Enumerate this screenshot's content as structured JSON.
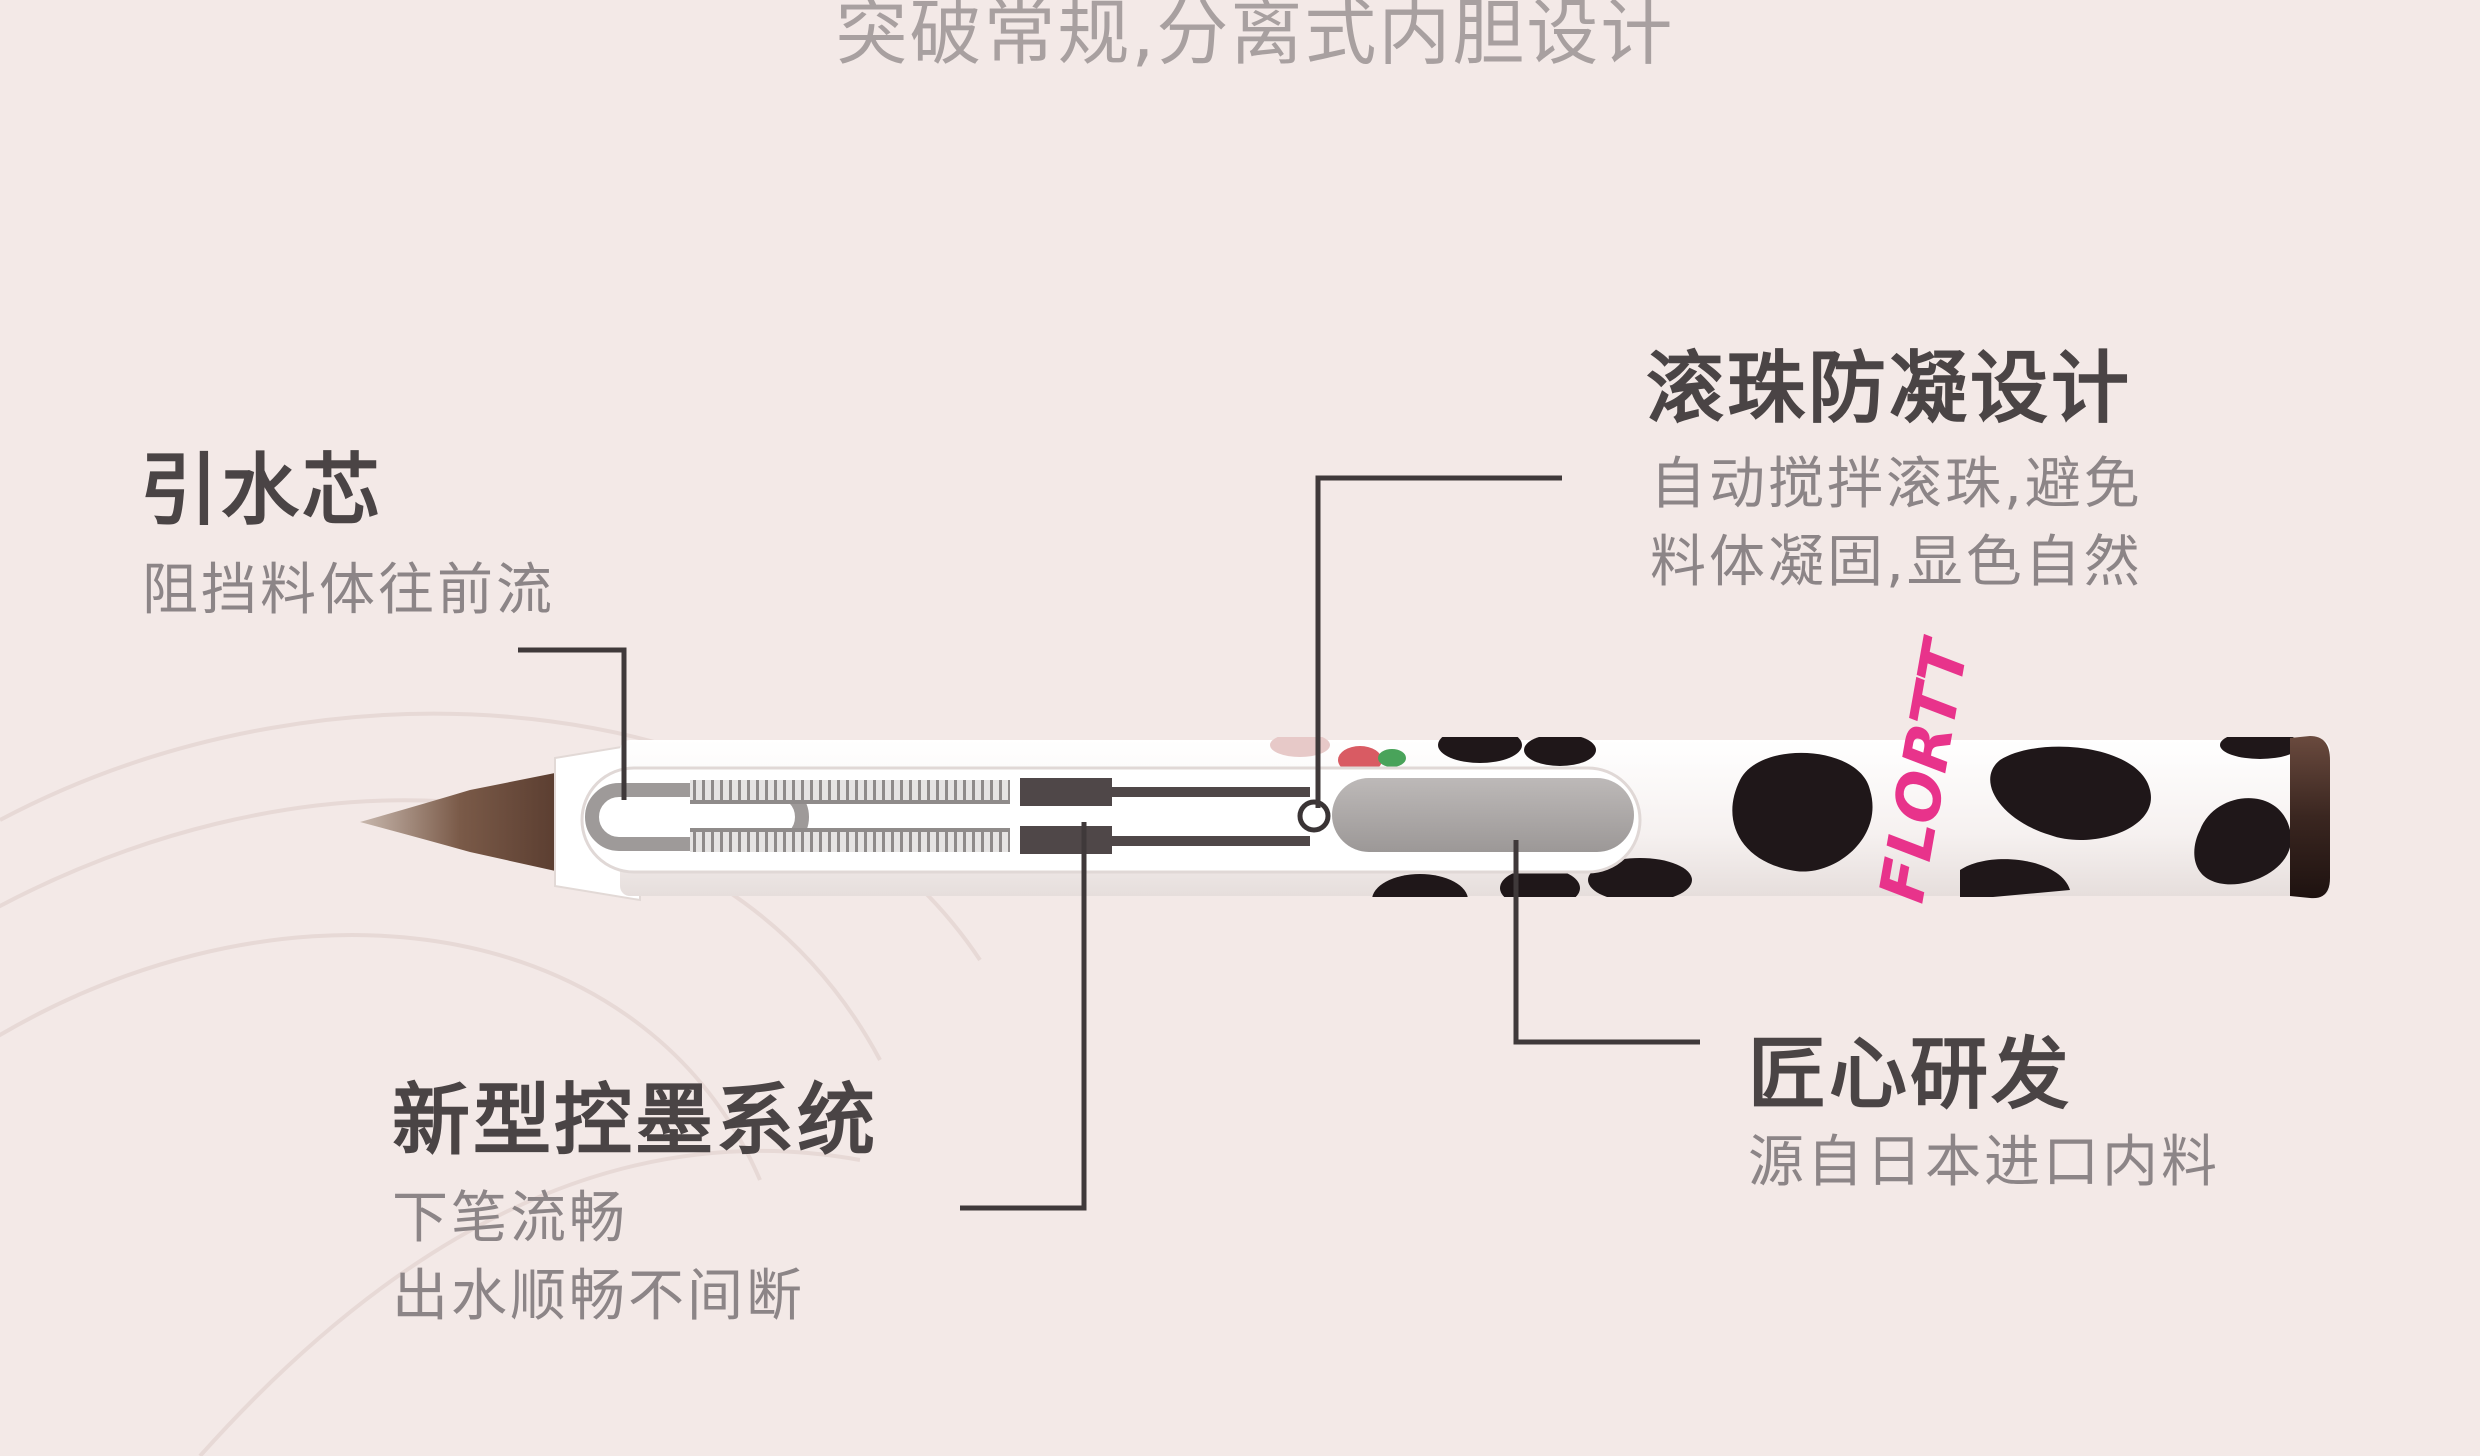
{
  "page": {
    "title": "突破常规,分离式内胆设计",
    "background": "#f3e9e7",
    "accent": "#e8338b"
  },
  "callouts": {
    "wick": {
      "title": "引水芯",
      "desc": [
        "阻挡料体往前流"
      ]
    },
    "roller": {
      "title": "滚珠防凝设计",
      "desc": [
        "自动搅拌滚珠,避免",
        "料体凝固,显色自然"
      ]
    },
    "ink_system": {
      "title": "新型控墨系统",
      "desc": [
        "下笔流畅",
        "出水顺畅不间断"
      ]
    },
    "origin": {
      "title": "匠心研发",
      "desc": [
        "源自日本进口内料"
      ]
    }
  },
  "pen": {
    "brand_text": "FLORTT",
    "pattern": "cow-print"
  }
}
